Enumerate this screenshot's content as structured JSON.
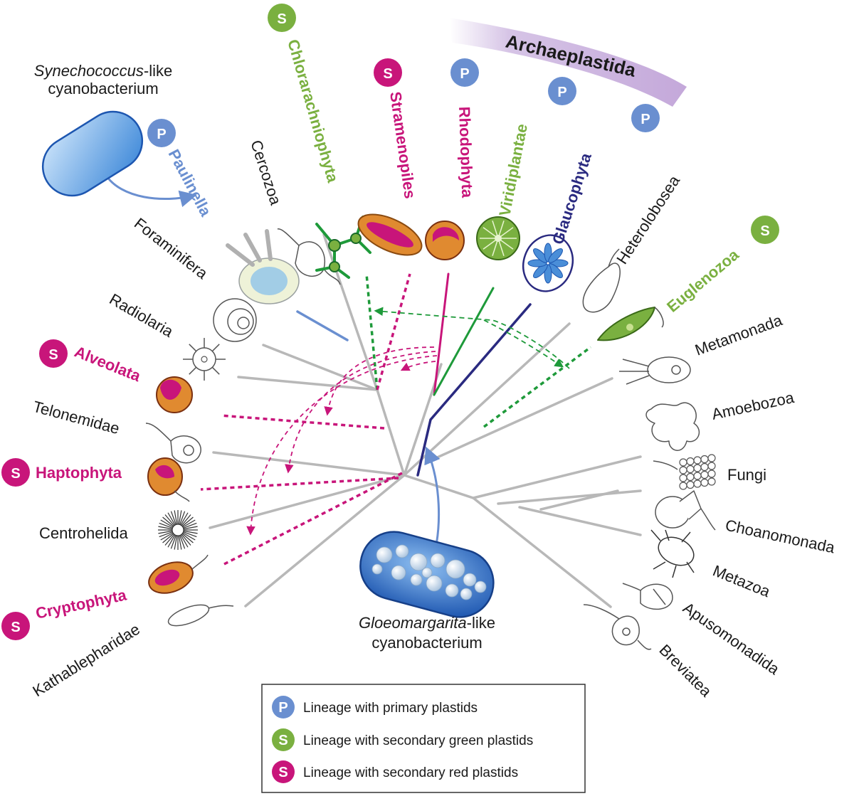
{
  "colors": {
    "primary": "#6a8fd0",
    "green": "#7ab040",
    "red": "#c8157a",
    "navy": "#2a2a80",
    "tree": "#b8b8b8",
    "dark_green": "#1e9a3a",
    "lavender": "#c8b0dc"
  },
  "badges": {
    "primary": "P",
    "secondary": "S"
  },
  "arc_title": "Archaeplastida",
  "synechococcus": {
    "italic": "Synechococcus",
    "rest": "-like",
    "line2": "cyanobacterium"
  },
  "gloeomargarita": {
    "italic": "Gloeomargarita",
    "rest": "-like",
    "line2": "cyanobacterium"
  },
  "taxa": {
    "paulinella": "Paulinella",
    "cercozoa": "Cercozoa",
    "chlorarachniophyta": "Chlorarachniophyta",
    "stramenopiles": "Stramenopiles",
    "rhodophyta": "Rhodophyta",
    "viridiplantae": "Viridiplantae",
    "glaucophyta": "Glaucophyta",
    "heterolobosea": "Heterolobosea",
    "euglenozoa": "Euglenozoa",
    "foraminifera": "Foraminifera",
    "radiolaria": "Radiolaria",
    "alveolata": "Alveolata",
    "telonemidae": "Telonemidae",
    "haptophyta": "Haptophyta",
    "centrohelida": "Centrohelida",
    "cryptophyta": "Cryptophyta",
    "kathablepharidae": "Kathablepharidae",
    "metamonada": "Metamonada",
    "amoebozoa": "Amoebozoa",
    "fungi": "Fungi",
    "choanomonada": "Choanomonada",
    "metazoa": "Metazoa",
    "apusomonadida": "Apusomonadida",
    "breviatea": "Breviatea"
  },
  "legend": {
    "primary": "Lineage with primary plastids",
    "secondary_green": "Lineage with secondary green plastids",
    "secondary_red": "Lineage with secondary red plastids"
  }
}
